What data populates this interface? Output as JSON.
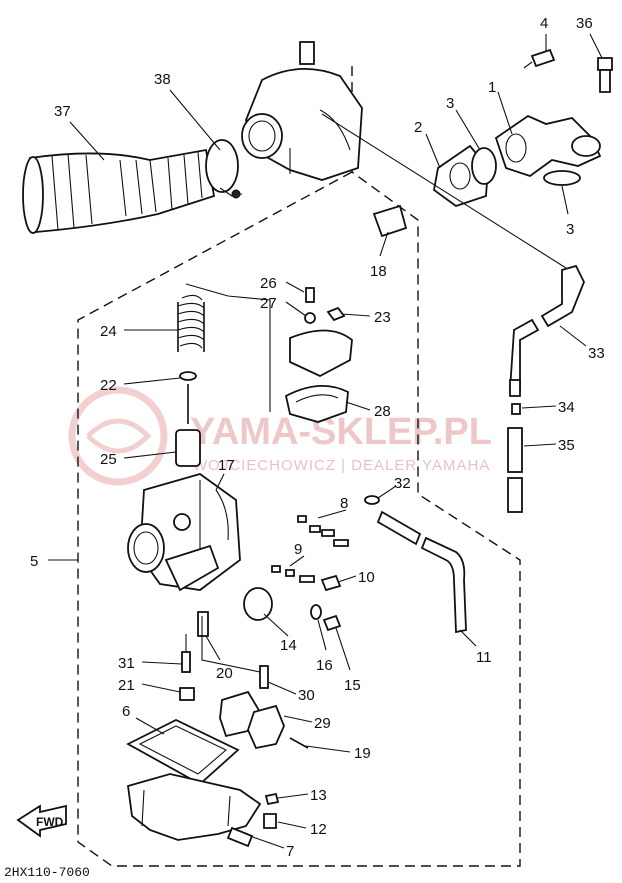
{
  "watermark": {
    "title": "YAMA-SKLEP.PL",
    "subtitle": "WOJCIECHOWICZ | DEALER YAMAHA"
  },
  "footer_code": "2HX110-7060",
  "direction_label": "FWD",
  "callouts": {
    "p1": "1",
    "p2": "2",
    "p3a": "3",
    "p3b": "3",
    "p4": "4",
    "p5": "5",
    "p6": "6",
    "p7": "7",
    "p8": "8",
    "p9": "9",
    "p10": "10",
    "p11": "11",
    "p12": "12",
    "p13": "13",
    "p14": "14",
    "p15": "15",
    "p16": "16",
    "p17": "17",
    "p18": "18",
    "p19": "19",
    "p20": "20",
    "p21": "21",
    "p22": "22",
    "p23": "23",
    "p24": "24",
    "p25": "25",
    "p26": "26",
    "p27": "27",
    "p28": "28",
    "p29": "29",
    "p30": "30",
    "p31": "31",
    "p32": "32",
    "p33": "33",
    "p34": "34",
    "p35": "35",
    "p36": "36",
    "p37": "37",
    "p38": "38"
  }
}
